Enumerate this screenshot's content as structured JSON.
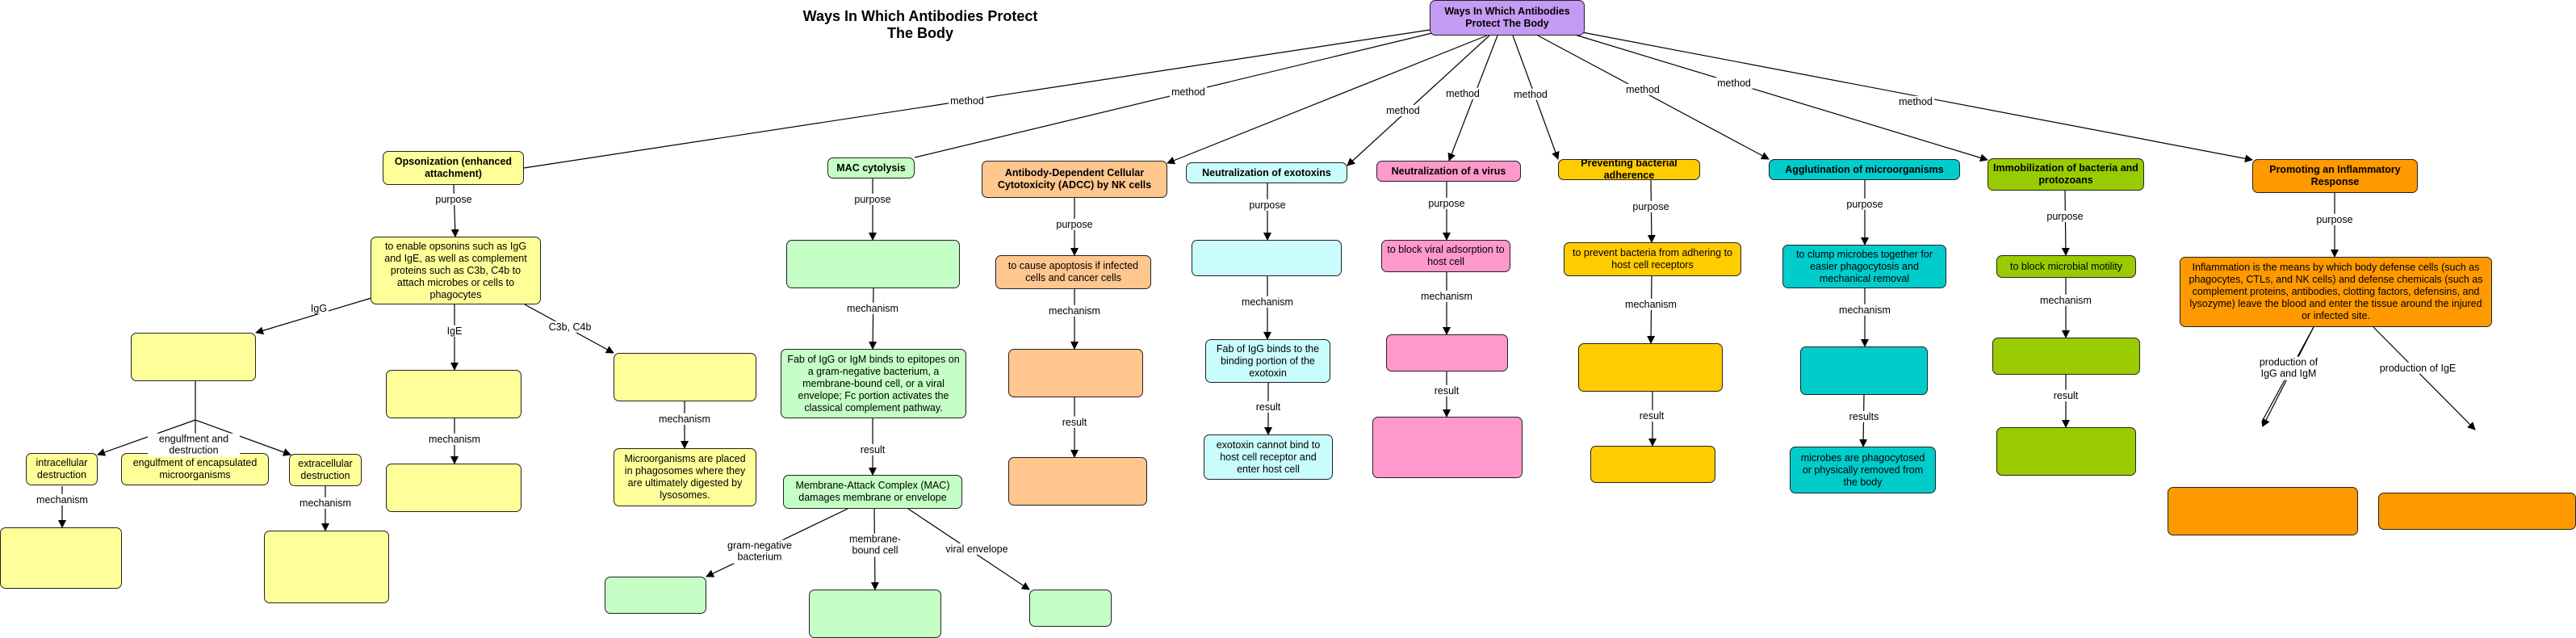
{
  "title": "Ways In Which Antibodies Protect The Body",
  "colors": {
    "purple": "#c59af2",
    "yellow": "#ffff99",
    "lightgreen": "#c5ffc5",
    "peach": "#ffc68e",
    "cyan": "#c9fcfc",
    "pink": "#ff99cc",
    "gold": "#ffcc00",
    "teal": "#00cccc",
    "olive": "#99cc00",
    "orange": "#ff9900"
  },
  "nodes": {
    "root": "Ways In Which Antibodies Protect The Body",
    "ops": "Opsonization (enhanced attachment)",
    "mac": "MAC cytolysis",
    "adcc": "Antibody-Dependent Cellular Cytotoxicity (ADCC) by NK cells",
    "neut_tox": "Neutralization of exotoxins",
    "neut_vir": "Neutralization of a virus",
    "adh": "Preventing bacterial adherence",
    "agg": "Agglutination of microorganisms",
    "immob": "Immobilization of bacteria and protozoans",
    "infl": "Promoting an Inflammatory Response",
    "ops_purpose": "to enable opsonins such as IgG and IgE, as well as complement proteins such as C3b, C4b to attach microbes or cells to phagocytes",
    "ops_igg": "",
    "ops_ige": "",
    "ops_c3b": "",
    "ops_intra": "intracellular destruction",
    "ops_encaps": "engulfment of encapsulated microorganisms",
    "ops_extra": "extracellular destruction",
    "ops_intra_mech": "",
    "ops_extra_mech": "",
    "ops_ige_mech": "",
    "ops_c3b_mech": "Microorganisms are placed in phagosomes where they are ultimately digested by lysosomes.",
    "mac_purpose": "",
    "mac_mech": "Fab of IgG or IgM binds to epitopes on a gram-negative bacterium, a membrane-bound cell, or a viral envelope; Fc portion activates the classical complement pathway.",
    "mac_result": "Membrane-Attack Complex (MAC) damages membrane or envelope",
    "mac_gram": "",
    "mac_memb": "",
    "mac_viral": "",
    "adcc_purpose": "to cause apoptosis if infected cells and cancer cells",
    "adcc_mech": "",
    "adcc_result": "",
    "tox_purpose": "",
    "tox_mech": "Fab of IgG binds to the binding portion of the exotoxin",
    "tox_result": "exotoxin cannot bind to host cell receptor and enter host cell",
    "vir_purpose": "to block viral adsorption to host cell",
    "vir_mech": "",
    "vir_result": "",
    "adh_purpose": "to prevent bacteria from adhering to host cell receptors",
    "adh_mech": "",
    "adh_result": "",
    "agg_purpose": "to clump microbes together for easier phagocytosis and mechanical removal",
    "agg_mech": "",
    "agg_result": "microbes are phagocytosed or physically removed from the body",
    "immob_purpose": "to block microbial motility",
    "immob_mech": "",
    "immob_result": "",
    "infl_purpose": "Inflammation is the means by which body defense cells (such as phagocytes, CTLs, and NK cells) and defense chemicals (such as complement proteins, antibodies, clotting factors, defensins, and lysozyme) leave the blood and enter the tissue around the injured or infected site.",
    "infl_igm": "",
    "infl_ige": ""
  },
  "labels": {
    "method": "method",
    "purpose": "purpose",
    "mechanism": "mechanism",
    "result": "result",
    "results": "results",
    "IgG": "IgG",
    "IgE": "IgE",
    "C3b_C4b": "C3b, C4b",
    "engulfment": "engulfment and destruction",
    "gram_neg": "gram-negative bacterium",
    "memb_cell": "membrane-bound cell",
    "viral_env": "viral envelope",
    "prod_igm": "production of IgG and IgM",
    "prod_ige": "production of IgE"
  }
}
